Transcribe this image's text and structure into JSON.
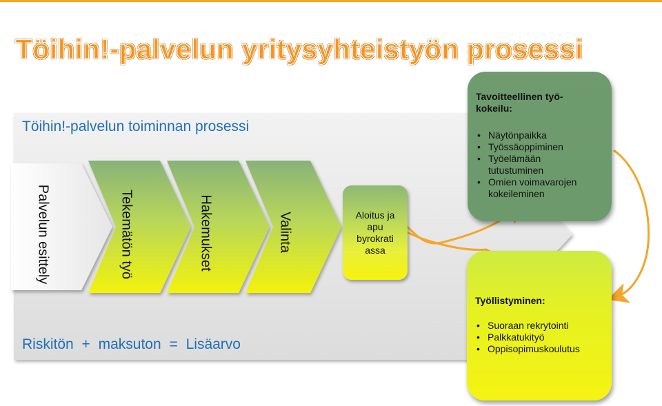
{
  "title": "Töihin!-palvelun yritysyhteistyön prosessi",
  "process": {
    "heading": "Töihin!-palvelun toiminnan prosessi",
    "steps": [
      "Palvelun esittely",
      "Tekemätön työ",
      "Hakemukset",
      "Valinta"
    ],
    "start_box": "Aloitus ja apu byrokrati assa",
    "footer": "Riskitön +  maksuton = Lisäarvo"
  },
  "goal_box": {
    "heading": "Tavoitteellinen työ-kokeilu:",
    "items": [
      "Näytönpaikka",
      "Työssäoppiminen",
      "Työelämään tutustuminen",
      "Omien voimavarojen kokeileminen"
    ]
  },
  "employment_box": {
    "heading": "Työllistyminen:",
    "items": [
      "Suoraan rekrytointi",
      "Palkkatukityö",
      "Oppisopimuskoulutus"
    ]
  },
  "colors": {
    "title": "#f7941d",
    "accent_text": "#1f6fb8",
    "arrow_curve": "#f4a62a",
    "chevron_top": "#88b378",
    "chevron_bottom": "#f3f30c",
    "goal_box": "#6f9b6f",
    "employment_box": "#f5f312"
  }
}
